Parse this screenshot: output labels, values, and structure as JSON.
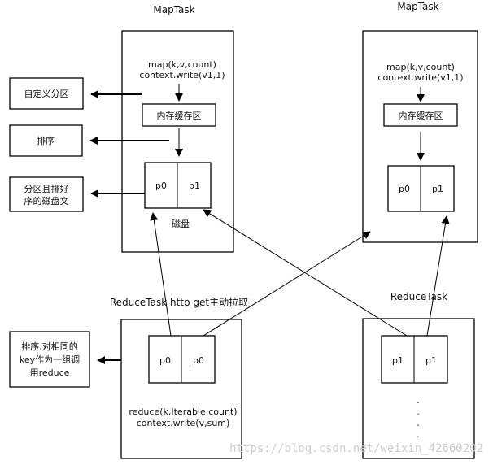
{
  "map_task_left": {
    "title": "MapTask",
    "code_line1": "map(k,v,count)",
    "code_line2": "context.write(v1,1)",
    "buffer": "内存缓存区",
    "partitions": [
      "p0",
      "p1"
    ],
    "disk": "磁盘"
  },
  "map_task_right": {
    "title": "MapTask",
    "code_line1": "map(k,v,count)",
    "code_line2": "context.write(v1,1)",
    "buffer": "内存缓存区",
    "partitions": [
      "p0",
      "p1"
    ]
  },
  "side_notes": {
    "custom_partition": "自定义分区",
    "sort": "排序",
    "sorted_file_line1": "分区且排好",
    "sorted_file_line2": "序的磁盘文",
    "group_line1": "排序,对相同的",
    "group_line2": "key作为一组调",
    "group_line3": "用reduce"
  },
  "reduce_task_left": {
    "title": "ReduceTask http get主动拉取",
    "partitions": [
      "p0",
      "p0"
    ],
    "code_line1": "reduce(k,Iterable,count)",
    "code_line2": "context.write(v,sum)"
  },
  "reduce_task_right": {
    "title": "ReduceTask",
    "partitions": [
      "p1",
      "p1"
    ],
    "ellipsis": [
      "·",
      "·",
      "·",
      "·"
    ]
  },
  "watermark": "https://blog.csdn.net/weixin_42660202"
}
